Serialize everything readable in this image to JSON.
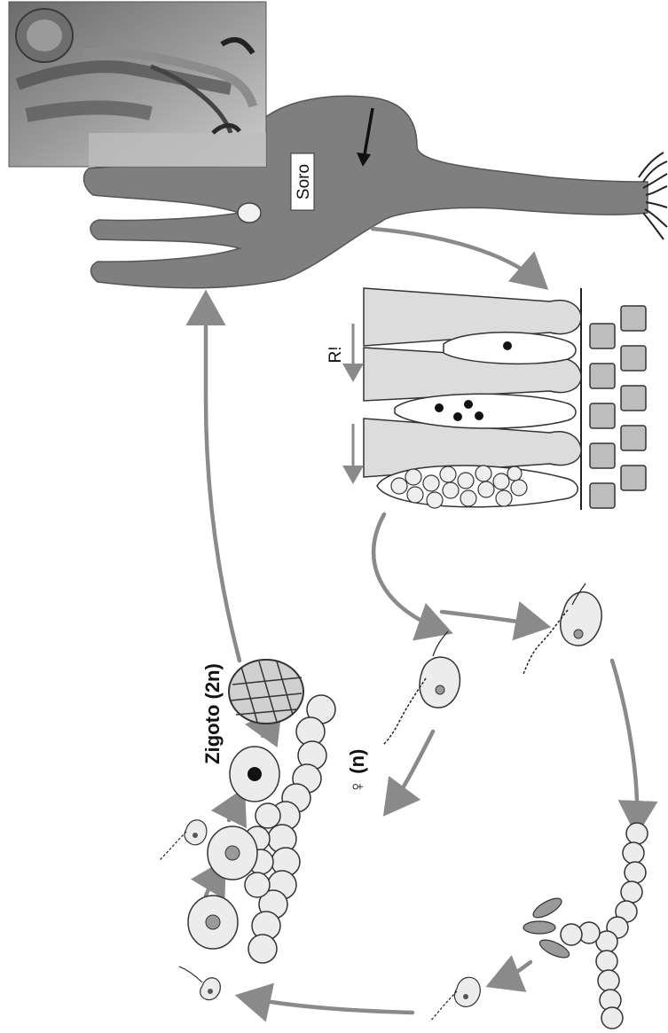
{
  "labels": {
    "soro": "Soro",
    "ri": "R!",
    "zigoto": "Zigoto (2n)",
    "female": "♀ (n)"
  },
  "colors": {
    "thallus": "#7f7f7f",
    "arrow": "#8a8a8a",
    "cell_fill": "#ececec",
    "cell_stroke": "#333333",
    "paraphysis_fill": "#d9d9d9",
    "spore_dark": "#111111",
    "gamete_nucleus": "#9a9a9a"
  },
  "icons": {
    "photo": "kelp-specimen-photo",
    "arrow": "cycle-arrow"
  }
}
